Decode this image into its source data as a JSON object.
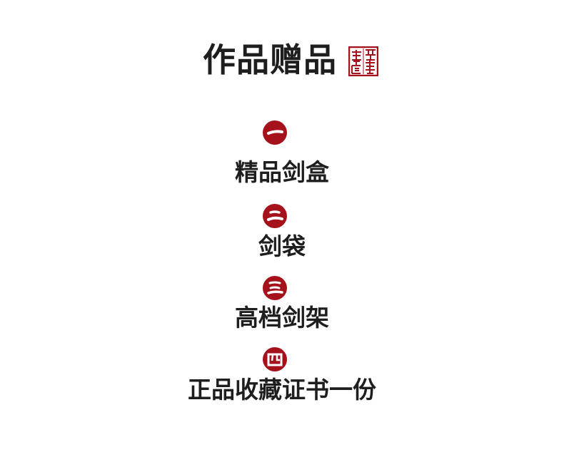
{
  "header": {
    "title": "作品赠品"
  },
  "colors": {
    "accent": "#a5121c",
    "text": "#1e1e1e",
    "background": "#ffffff"
  },
  "seal": {
    "icon": "red-seal-stamp-icon",
    "text": "龍泉劍匠堂"
  },
  "items": [
    {
      "number": "一",
      "label": "精品剑盒"
    },
    {
      "number": "二",
      "label": "剑袋"
    },
    {
      "number": "三",
      "label": "高档剑架"
    },
    {
      "number": "四",
      "label": "正品收藏证书一份"
    }
  ]
}
